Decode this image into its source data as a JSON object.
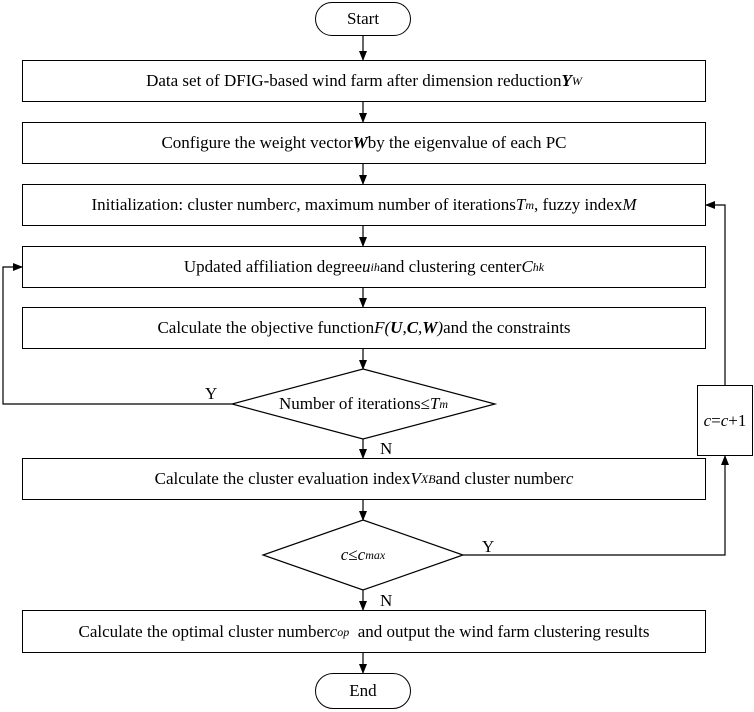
{
  "flowchart": {
    "start": "Start",
    "end": "End",
    "step1": {
      "text": "Data set of DFIG-based wind farm after dimension reduction ",
      "sym": "Y",
      "sub": "W"
    },
    "step2": {
      "pre": "Configure the weight vector ",
      "sym": "W",
      "post": " by the eigenvalue of each PC"
    },
    "step3": {
      "p1": "Initialization: cluster number ",
      "c": "c",
      "p2": ", maximum number of iterations ",
      "T": "T",
      "Tsub": "m",
      "p3": ", fuzzy index ",
      "M": "M"
    },
    "step4": {
      "p1": "Updated affiliation degree ",
      "u": "u",
      "usub": "ih",
      "p2": " and clustering center ",
      "C": "C",
      "Csub": "hk"
    },
    "step5": {
      "p1": "Calculate the objective function ",
      "F": "F(",
      "U": "U",
      "comma1": ",",
      "C": "C",
      "comma2": ",",
      "W": "W",
      "close": ")",
      "p2": " and the constraints"
    },
    "decision1": {
      "p1": "Number of iterations≤",
      "T": "T",
      "Tsub": "m"
    },
    "step6": {
      "p1": "Calculate the cluster evaluation index ",
      "V": "V",
      "Vsub": "XB",
      "p2": " and cluster number ",
      "c": "c"
    },
    "decision2": {
      "c": "c",
      "le": "≤",
      "cmax": "c",
      "cmaxsub": "max"
    },
    "step7": {
      "p1": "Calculate the optimal cluster number ",
      "c": "c",
      "csub": "op",
      "p2": "  and output the wind farm clustering results"
    },
    "increment": {
      "c1": "c",
      "eq": "=",
      "c2": "c",
      "plus": "+1"
    },
    "labels": {
      "yes1": "Y",
      "no1": "N",
      "yes2": "Y",
      "no2": "N"
    }
  }
}
